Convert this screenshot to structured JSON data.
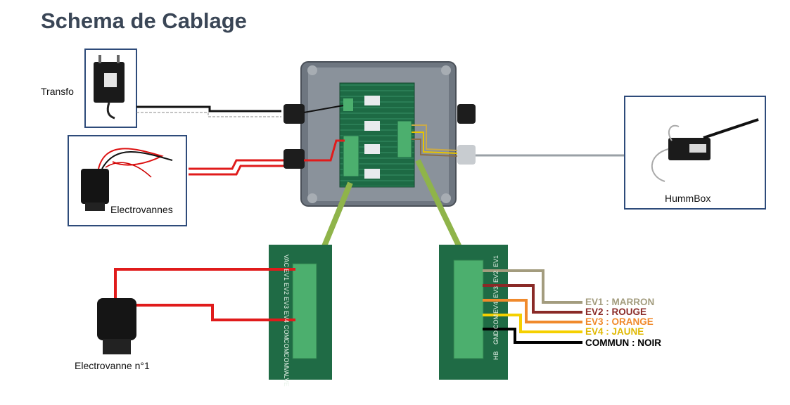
{
  "title": "Schema de Cablage",
  "labels": {
    "transfo": "Transfo",
    "electrovannes": "Electrovannes",
    "hummbox": "HummBox",
    "electrovanne1": "Electrovanne n°1"
  },
  "left_terminal": [
    "VAC",
    "EV1",
    "EV2",
    "EV3",
    "EV4",
    "COM",
    "COM",
    "COM",
    "VALVE"
  ],
  "right_terminal": [
    "EV1",
    "EV2",
    "EV3",
    "EV4",
    "COM",
    "GND",
    "HB"
  ],
  "legend": [
    {
      "code": "EV1",
      "sep": " : ",
      "color_name": "MARRON",
      "color": "#a39c7e"
    },
    {
      "code": "EV2",
      "sep": " : ",
      "color_name": "ROUGE",
      "color": "#8a2a27"
    },
    {
      "code": "EV3",
      "sep": " : ",
      "color_name": "ORANGE",
      "color": "#f08a2c"
    },
    {
      "code": "EV4",
      "sep": " : ",
      "color_name": "JAUNE",
      "color": "#f5d000"
    },
    {
      "code": "COMMUN",
      "sep": " : ",
      "color_name": "NOIR",
      "color": "#000000"
    }
  ],
  "colors": {
    "frame": "#2e4b7a",
    "wire_red": "#e01b1b",
    "wire_black": "#111111",
    "arrow": "#8fb44a",
    "pcb": "#1f6b45",
    "terminal": "#4caf6e"
  }
}
